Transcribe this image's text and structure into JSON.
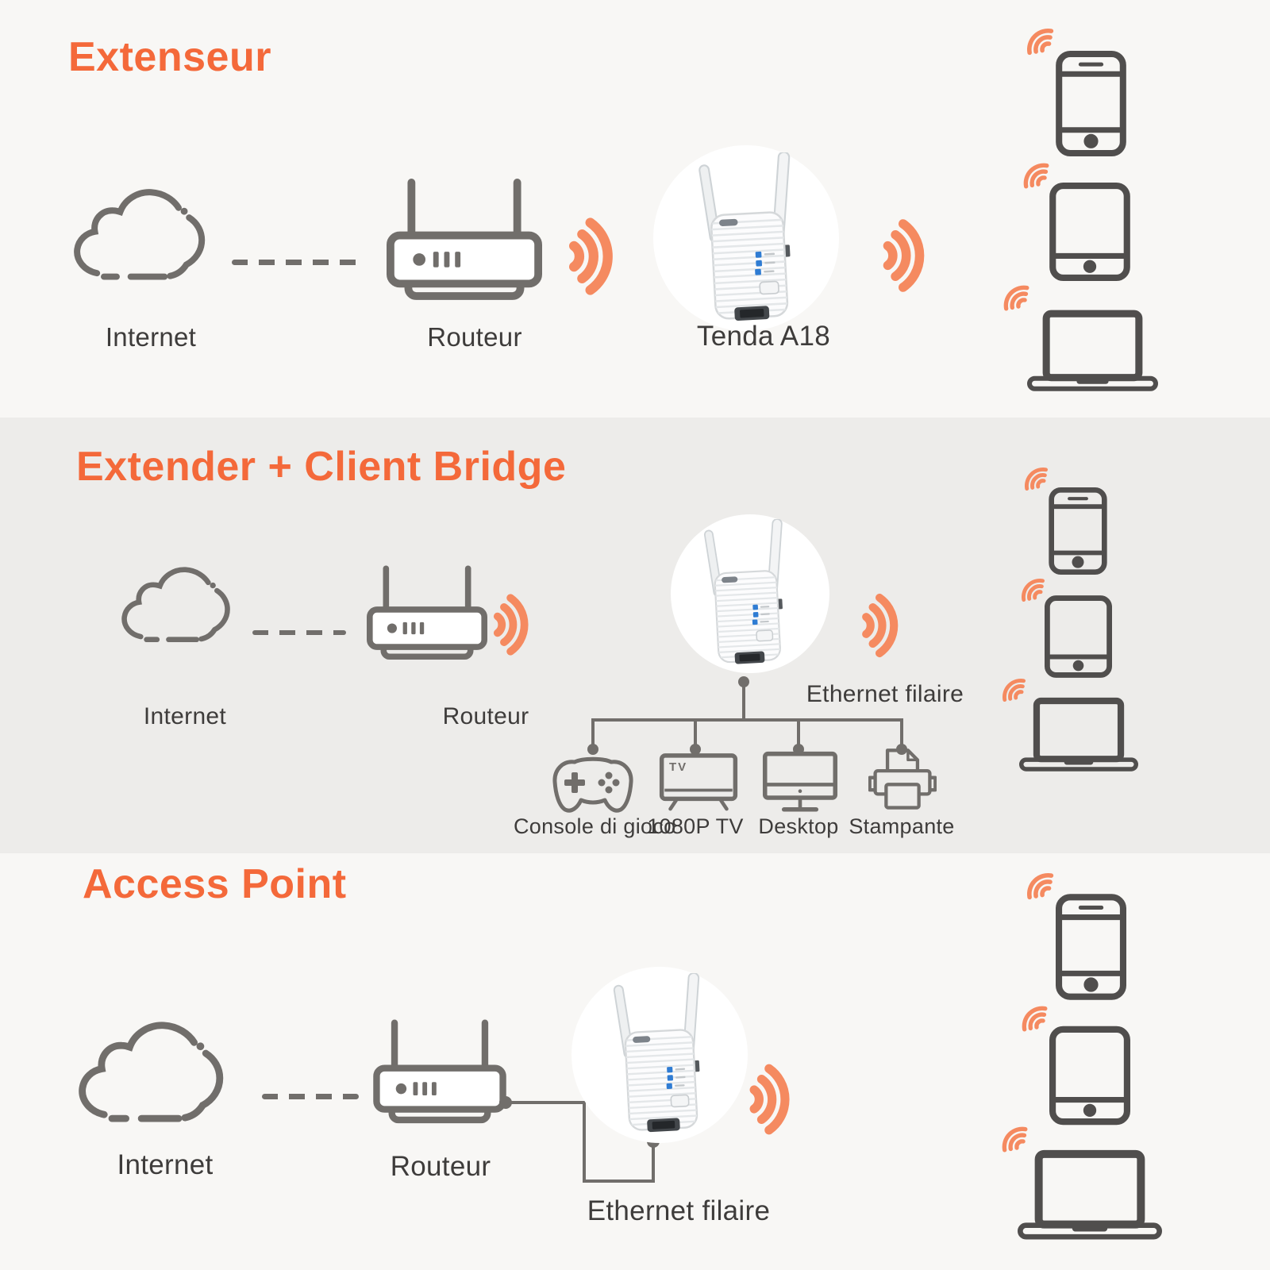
{
  "colors": {
    "accent": "#f4693a",
    "arc_orange": "#f58a60",
    "icon_gray": "#716e6b",
    "device_gray": "#504e4d",
    "text": "#3e3c3b",
    "bg_light": "#f8f7f5",
    "bg_gray": "#edecea",
    "led_blue": "#2f7cd3"
  },
  "sections": [
    {
      "title": "Extenseur",
      "internet_label": "Internet",
      "router_label": "Routeur",
      "device_label": "Tenda A18"
    },
    {
      "title": "Extender + Client Bridge",
      "internet_label": "Internet",
      "router_label": "Routeur",
      "ethernet_label": "Ethernet filaire",
      "tv_icon_text": "TV",
      "clients": [
        {
          "label": "Console di gioco"
        },
        {
          "label": "1080P TV"
        },
        {
          "label": "Desktop"
        },
        {
          "label": "Stampante"
        }
      ]
    },
    {
      "title": "Access Point",
      "internet_label": "Internet",
      "router_label": "Routeur",
      "ethernet_label": "Ethernet filaire"
    }
  ]
}
